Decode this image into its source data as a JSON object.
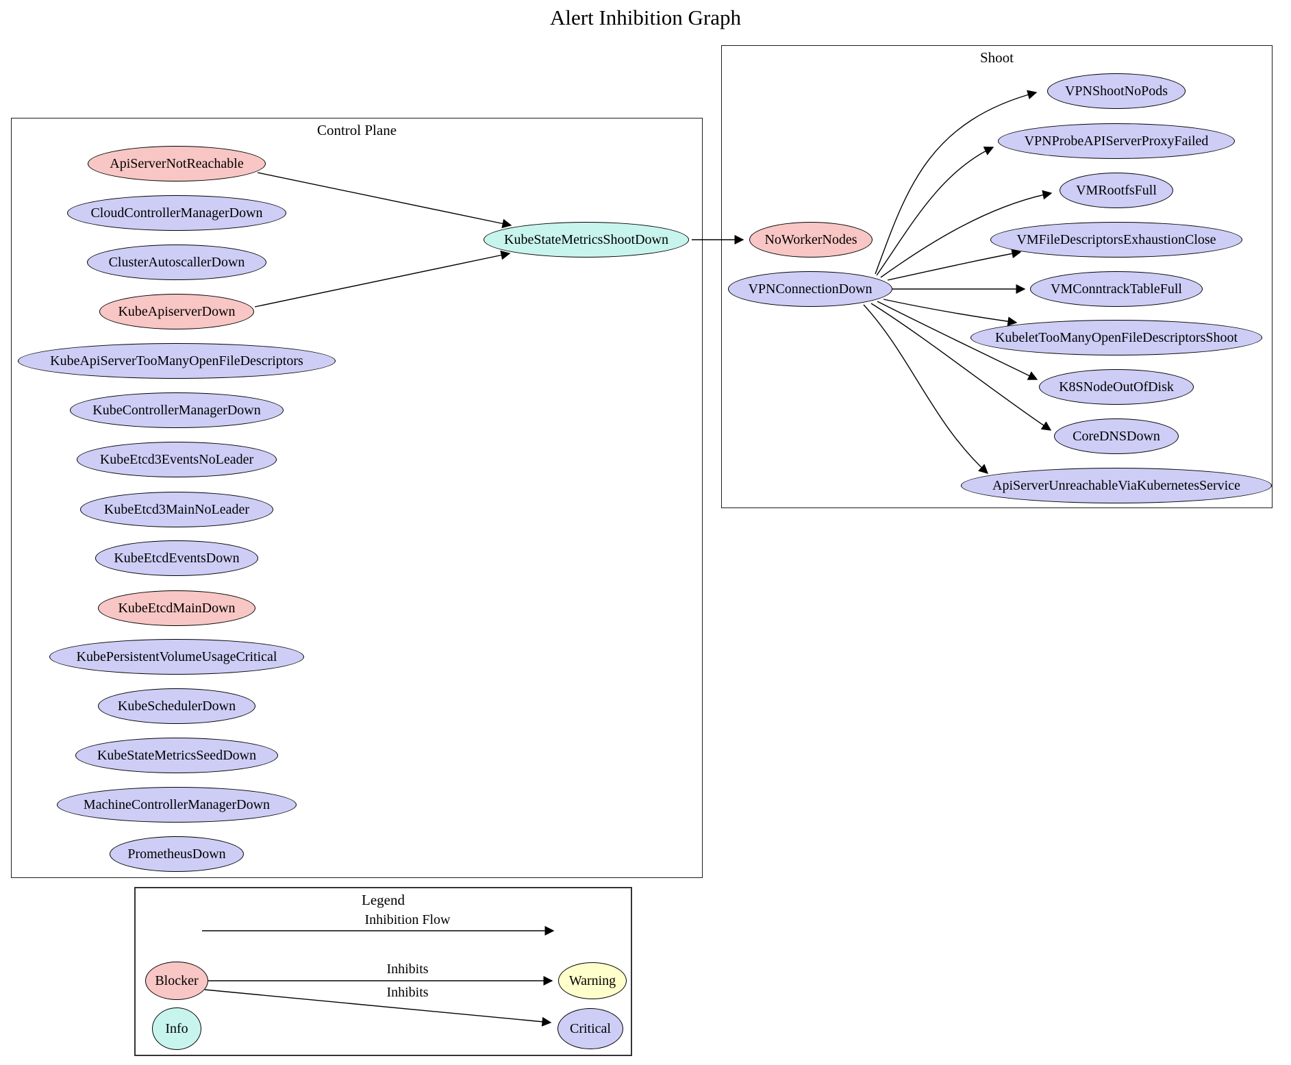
{
  "title": "Alert Inhibition Graph",
  "severity_colors": {
    "blocker": "#f8c6c4",
    "critical": "#cdcdf6",
    "info": "#c8f4ee",
    "warning": "#ffffcc"
  },
  "clusters": [
    {
      "id": "control-plane",
      "label": "Control Plane",
      "nodes": [
        {
          "id": "ApiServerNotReachable",
          "label": "ApiServerNotReachable",
          "severity": "blocker"
        },
        {
          "id": "CloudControllerManagerDown",
          "label": "CloudControllerManagerDown",
          "severity": "critical"
        },
        {
          "id": "ClusterAutoscallerDown",
          "label": "ClusterAutoscallerDown",
          "severity": "critical"
        },
        {
          "id": "KubeApiserverDown",
          "label": "KubeApiserverDown",
          "severity": "blocker"
        },
        {
          "id": "KubeApiServerTooManyOpenFileDescriptors",
          "label": "KubeApiServerTooManyOpenFileDescriptors",
          "severity": "critical"
        },
        {
          "id": "KubeControllerManagerDown",
          "label": "KubeControllerManagerDown",
          "severity": "critical"
        },
        {
          "id": "KubeEtcd3EventsNoLeader",
          "label": "KubeEtcd3EventsNoLeader",
          "severity": "critical"
        },
        {
          "id": "KubeEtcd3MainNoLeader",
          "label": "KubeEtcd3MainNoLeader",
          "severity": "critical"
        },
        {
          "id": "KubeEtcdEventsDown",
          "label": "KubeEtcdEventsDown",
          "severity": "critical"
        },
        {
          "id": "KubeEtcdMainDown",
          "label": "KubeEtcdMainDown",
          "severity": "blocker"
        },
        {
          "id": "KubePersistentVolumeUsageCritical",
          "label": "KubePersistentVolumeUsageCritical",
          "severity": "critical"
        },
        {
          "id": "KubeSchedulerDown",
          "label": "KubeSchedulerDown",
          "severity": "critical"
        },
        {
          "id": "KubeStateMetricsSeedDown",
          "label": "KubeStateMetricsSeedDown",
          "severity": "critical"
        },
        {
          "id": "MachineControllerManagerDown",
          "label": "MachineControllerManagerDown",
          "severity": "critical"
        },
        {
          "id": "PrometheusDown",
          "label": "PrometheusDown",
          "severity": "critical"
        },
        {
          "id": "KubeStateMetricsShootDown",
          "label": "KubeStateMetricsShootDown",
          "severity": "info"
        }
      ]
    },
    {
      "id": "shoot",
      "label": "Shoot",
      "nodes": [
        {
          "id": "NoWorkerNodes",
          "label": "NoWorkerNodes",
          "severity": "blocker"
        },
        {
          "id": "VPNConnectionDown",
          "label": "VPNConnectionDown",
          "severity": "critical"
        },
        {
          "id": "VPNShootNoPods",
          "label": "VPNShootNoPods",
          "severity": "critical"
        },
        {
          "id": "VPNProbeAPIServerProxyFailed",
          "label": "VPNProbeAPIServerProxyFailed",
          "severity": "critical"
        },
        {
          "id": "VMRootfsFull",
          "label": "VMRootfsFull",
          "severity": "critical"
        },
        {
          "id": "VMFileDescriptorsExhaustionClose",
          "label": "VMFileDescriptorsExhaustionClose",
          "severity": "critical"
        },
        {
          "id": "VMConntrackTableFull",
          "label": "VMConntrackTableFull",
          "severity": "critical"
        },
        {
          "id": "KubeletTooManyOpenFileDescriptorsShoot",
          "label": "KubeletTooManyOpenFileDescriptorsShoot",
          "severity": "critical"
        },
        {
          "id": "K8SNodeOutOfDisk",
          "label": "K8SNodeOutOfDisk",
          "severity": "critical"
        },
        {
          "id": "CoreDNSDown",
          "label": "CoreDNSDown",
          "severity": "critical"
        },
        {
          "id": "ApiServerUnreachableViaKubernetesService",
          "label": "ApiServerUnreachableViaKubernetesService",
          "severity": "critical"
        }
      ]
    }
  ],
  "edges": [
    {
      "from": "ApiServerNotReachable",
      "to": "KubeStateMetricsShootDown"
    },
    {
      "from": "KubeApiserverDown",
      "to": "KubeStateMetricsShootDown"
    },
    {
      "from": "KubeStateMetricsShootDown",
      "to": "NoWorkerNodes"
    },
    {
      "from": "VPNConnectionDown",
      "to": "VPNShootNoPods"
    },
    {
      "from": "VPNConnectionDown",
      "to": "VPNProbeAPIServerProxyFailed"
    },
    {
      "from": "VPNConnectionDown",
      "to": "VMRootfsFull"
    },
    {
      "from": "VPNConnectionDown",
      "to": "VMFileDescriptorsExhaustionClose"
    },
    {
      "from": "VPNConnectionDown",
      "to": "VMConntrackTableFull"
    },
    {
      "from": "VPNConnectionDown",
      "to": "KubeletTooManyOpenFileDescriptorsShoot"
    },
    {
      "from": "VPNConnectionDown",
      "to": "K8SNodeOutOfDisk"
    },
    {
      "from": "VPNConnectionDown",
      "to": "CoreDNSDown"
    },
    {
      "from": "VPNConnectionDown",
      "to": "ApiServerUnreachableViaKubernetesService"
    }
  ],
  "legend": {
    "label": "Legend",
    "flow": {
      "label": "Inhibition Flow"
    },
    "nodes": [
      {
        "id": "Blocker",
        "label": "Blocker",
        "severity": "blocker"
      },
      {
        "id": "Warning",
        "label": "Warning",
        "severity": "warning"
      },
      {
        "id": "Info",
        "label": "Info",
        "severity": "info"
      },
      {
        "id": "Critical",
        "label": "Critical",
        "severity": "critical"
      }
    ],
    "edges": [
      {
        "from": "Blocker",
        "to": "Warning",
        "label": "Inhibits"
      },
      {
        "from": "Blocker",
        "to": "Critical",
        "label": "Inhibits"
      }
    ]
  }
}
